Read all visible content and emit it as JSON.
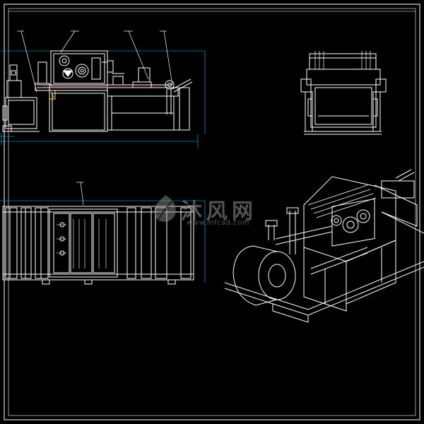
{
  "drawing": {
    "background": "#000000",
    "line_color": "#ffffff",
    "dimension_color": "#00c8ff",
    "highlight_color": "#ffd800",
    "views": [
      "front-view",
      "side-view",
      "top-view",
      "isometric-view"
    ]
  },
  "watermark": {
    "logo_icon": "leaf-logo-icon",
    "text_cn": "沐风网",
    "text_url": "www.mfcad.com",
    "color": "#9a9a9a"
  }
}
